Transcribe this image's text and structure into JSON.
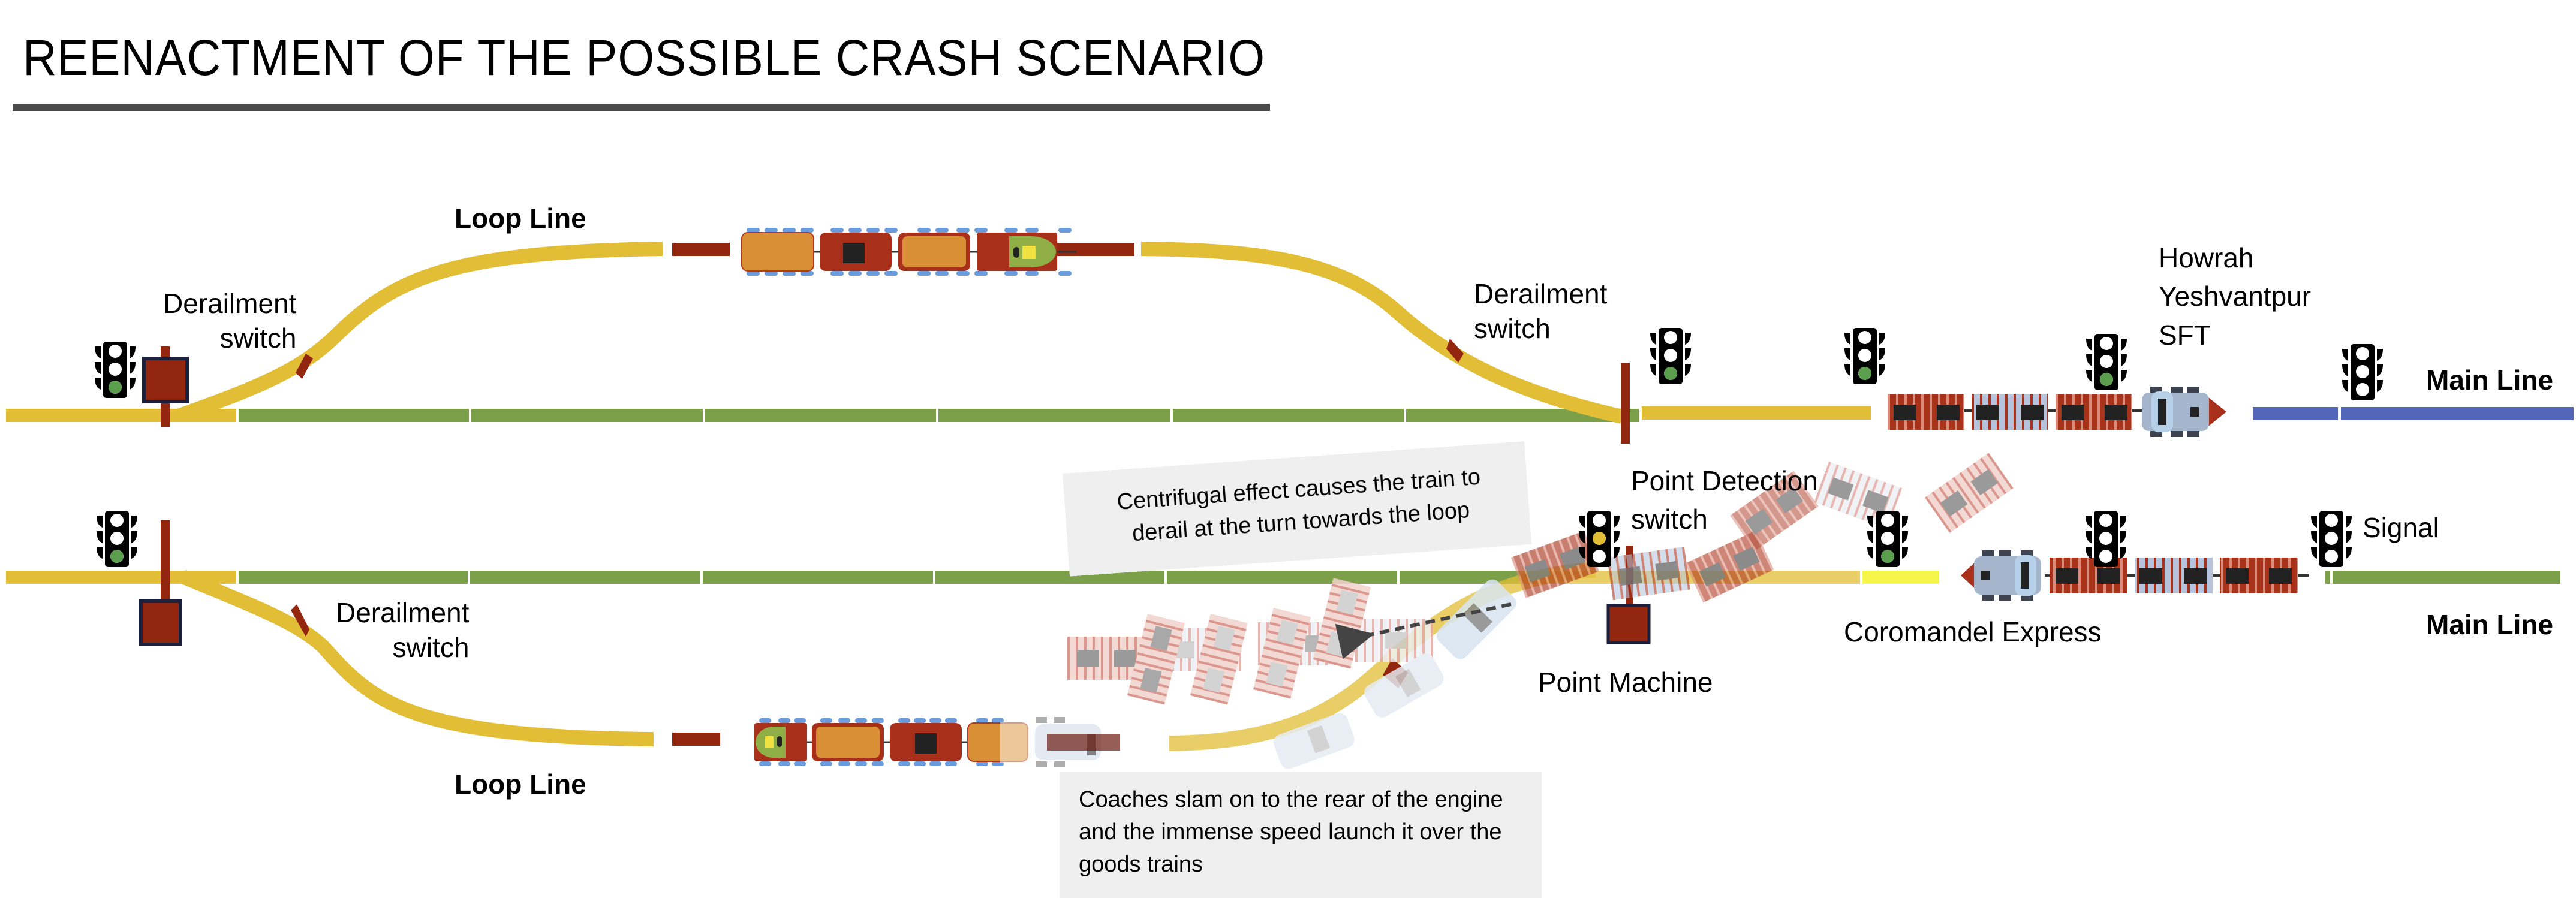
{
  "title": "REENACTMENT OF THE POSSIBLE CRASH SCENARIO",
  "colors": {
    "track_yellow": "#e2bd36",
    "track_green": "#7ca04a",
    "track_blue": "#5466b8",
    "track_bright_yellow": "#f6f64a",
    "switch_brown": "#93260e",
    "machine_border": "#1b1f3c",
    "signal_green": "#5a9e4e",
    "signal_amber": "#e2bd36",
    "rule_gray": "#4a4a4a",
    "note_bg": "#efefef"
  },
  "labels": {
    "loop_line_top": "Loop Line",
    "loop_line_bottom": "Loop Line",
    "derailment_switch_top_left": [
      "Derailment",
      "switch"
    ],
    "derailment_switch_top_right": [
      "Derailment",
      "switch"
    ],
    "derailment_switch_bottom_left": [
      "Derailment",
      "switch"
    ],
    "howrah_train": [
      "Howrah",
      "Yeshvantpur",
      "SFT"
    ],
    "main_line_top": "Main Line",
    "main_line_bottom": "Main Line",
    "point_detection_switch": [
      "Point Detection",
      "switch"
    ],
    "point_machine": "Point Machine",
    "signal": "Signal",
    "coromandel_express": "Coromandel Express"
  },
  "notes": {
    "centrifugal": "Centrifugal effect causes the train to derail at the turn towards the loop",
    "coaches_slam": "Coaches slam on to the rear of the engine and the immense speed launch it over the goods trains"
  },
  "signals": [
    {
      "id": "upper-left",
      "lit": "green"
    },
    {
      "id": "upper-mid-1",
      "lit": "green"
    },
    {
      "id": "upper-mid-2",
      "lit": "green"
    },
    {
      "id": "upper-howrah",
      "lit": "green"
    },
    {
      "id": "upper-right",
      "lit": "none"
    },
    {
      "id": "lower-left",
      "lit": "green"
    },
    {
      "id": "lower-point-detection",
      "lit": "amber"
    },
    {
      "id": "lower-mid",
      "lit": "green"
    },
    {
      "id": "lower-coromandel",
      "lit": "none"
    },
    {
      "id": "lower-signal-label",
      "lit": "none"
    }
  ],
  "trains": {
    "goods_top": "goods train on upper loop line",
    "goods_bottom": "goods train on lower loop line",
    "howrah": "Howrah Yeshvantpur SFT",
    "coromandel": "Coromandel Express"
  }
}
